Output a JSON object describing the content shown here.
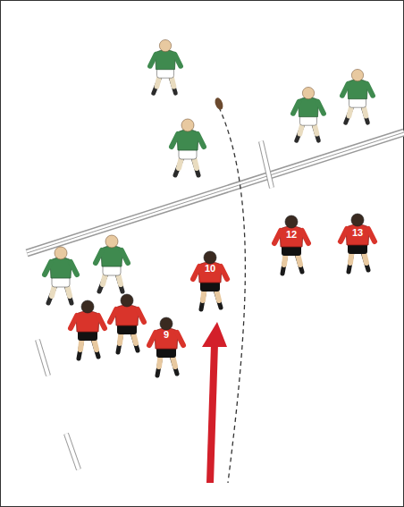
{
  "diagram": {
    "labels": [
      "10",
      "12",
      "13",
      "9"
    ]
  }
}
